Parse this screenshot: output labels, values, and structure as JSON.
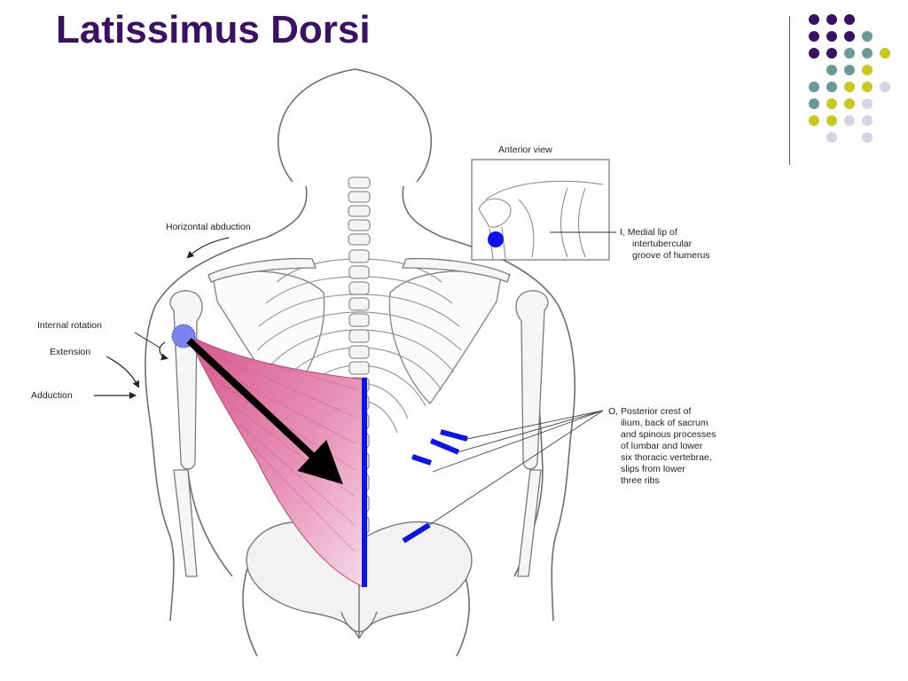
{
  "slide": {
    "title": "Latissimus Dorsi"
  },
  "colors": {
    "title": "#3b1166",
    "muscle": "#e07aa6",
    "marker": "#0a14ee",
    "dot_palette": [
      "#3b1166",
      "#6a9a98",
      "#c8c81e",
      "#d4d4e6"
    ]
  },
  "diagram": {
    "inset_title": "Anterior view",
    "insertion_label": [
      "I, Medial lip of",
      "intertubercular",
      "groove of humerus"
    ],
    "origin_label": [
      "O, Posterior crest of",
      "ilium, back of sacrum",
      "and spinous processes",
      "of lumbar and lower",
      "six thoracic vertebrae,",
      "slips from lower",
      "three ribs"
    ],
    "actions": {
      "horizontal_abduction": "Horizontal abduction",
      "internal_rotation": "Internal rotation",
      "extension": "Extension",
      "adduction": "Adduction"
    }
  }
}
